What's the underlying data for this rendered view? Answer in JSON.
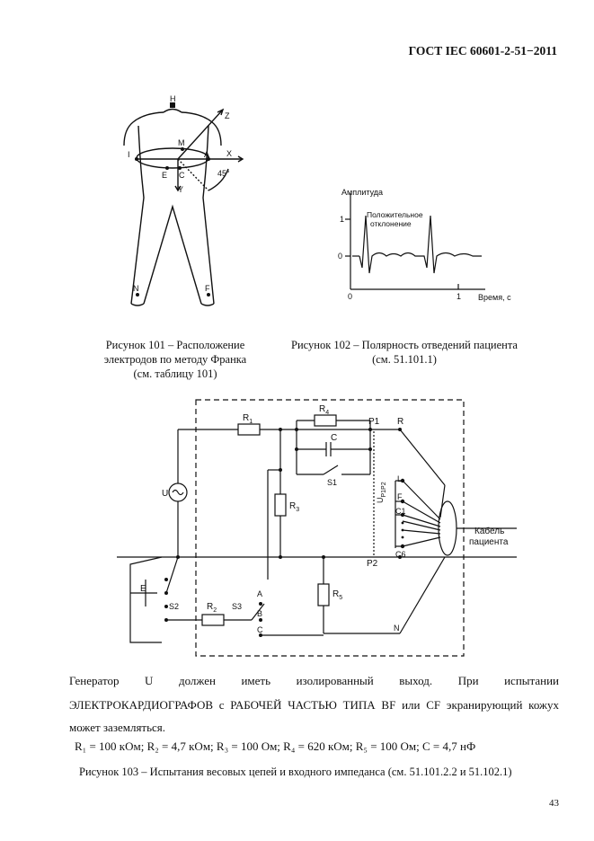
{
  "header": {
    "standard": "ГОСТ IEC 60601-2-51−2011"
  },
  "figure101": {
    "labels": {
      "H": "H",
      "Z": "Z",
      "M": "M",
      "I": "I",
      "A": "A",
      "X": "X",
      "E": "E",
      "C": "C",
      "angle": "45°",
      "Y": "Y",
      "N": "N",
      "F": "F"
    },
    "caption": [
      "Рисунок 101 – Расположение",
      "электродов по методу Франка",
      "(см. таблицу 101)"
    ]
  },
  "figure102": {
    "ylabel": "Амплитуда",
    "annotation": [
      "Положительное",
      "отклонение"
    ],
    "yticks": [
      "1",
      "0"
    ],
    "xticks": [
      "0",
      "1"
    ],
    "xlabel": "Время, с",
    "caption": [
      "Рисунок 102 – Полярность отведений пациента",
      "(см. 51.101.1)"
    ]
  },
  "figure103": {
    "labels": {
      "R1": "R",
      "R1sub": "1",
      "R4": "R",
      "R4sub": "4",
      "P1": "P1",
      "R": "R",
      "Cap": "C",
      "S1": "S1",
      "U": "U",
      "R3": "R",
      "R3sub": "3",
      "UPMP2": "U",
      "UPMP2sub": "P1P2",
      "L": "L",
      "F": "F",
      "C1": "C1",
      "C6": "C6",
      "cable1": "Кабель",
      "cable2": "пациента",
      "P2": "P2",
      "E": "E",
      "S2": "S2",
      "R2": "R",
      "R2sub": "2",
      "S3": "S3",
      "A": "A",
      "B": "B",
      "Cterm": "C",
      "R5": "R",
      "R5sub": "5",
      "N": "N"
    },
    "caption": "Рисунок 103 – Испытания весовых цепей и входного импеданса (см.  51.101.2.2 и 51.102.1)"
  },
  "body": {
    "line1": "Генератор U должен иметь изолированный выход. При испытании",
    "line2": "ЭЛЕКТРОКАРДИОГРАФОВ с РАБОЧЕЙ ЧАСТЬЮ ТИПА BF или CF экранирующий кожух",
    "line3": "может заземляться.",
    "values": "R₁ = 100 кОм;  R₂ = 4,7 кОм;  R₃ = 100 Ом;  R₄ = 620 кОм;  R₅ = 100 Ом;  C = 4,7 нФ"
  },
  "footer": {
    "page": "43"
  }
}
